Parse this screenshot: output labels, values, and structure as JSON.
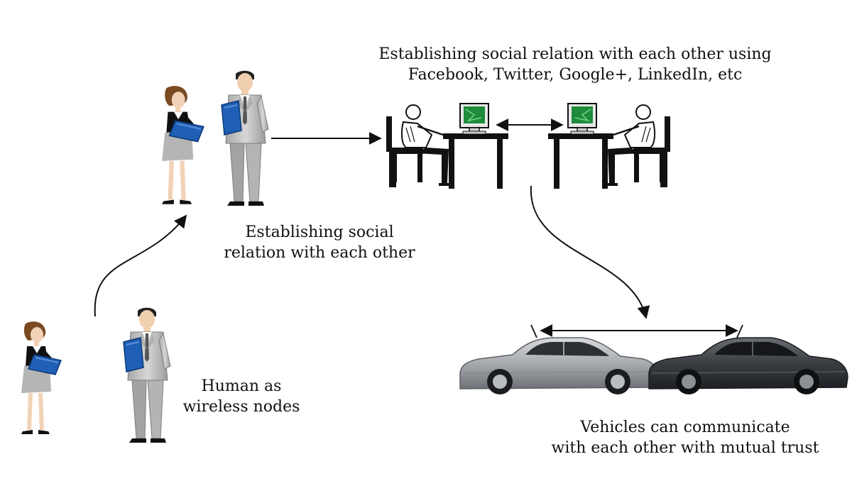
{
  "labels": {
    "online": {
      "line1": "Establishing social relation with each other using",
      "line2": "Facebook, Twitter, Google+, LinkedIn, etc"
    },
    "couple": {
      "line1": "Establishing social",
      "line2": "relation with each other"
    },
    "human": {
      "line1": "Human as",
      "line2": "wireless nodes"
    },
    "vehicles": {
      "line1": "Vehicles can communicate",
      "line2": "with each other with mutual trust"
    }
  },
  "colors": {
    "ink": "#111111",
    "suit": "#c8c8c8",
    "folder": "#1f5fb5",
    "screen": "#1e8c3a",
    "car_silver": "#a9acb0",
    "car_dark": "#3a3d42"
  }
}
